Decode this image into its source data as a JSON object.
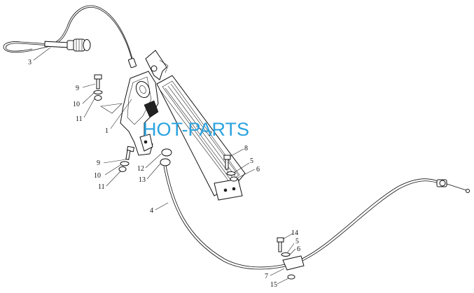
{
  "watermark": "HOT-PARTS",
  "watermark_color": "#2aa3e0",
  "callouts": [
    {
      "id": "c3a",
      "label": "3"
    },
    {
      "id": "c9a",
      "label": "9"
    },
    {
      "id": "c10a",
      "label": "10"
    },
    {
      "id": "c11a",
      "label": "11"
    },
    {
      "id": "c1",
      "label": "1"
    },
    {
      "id": "c2",
      "label": "2"
    },
    {
      "id": "c8",
      "label": "8"
    },
    {
      "id": "c5a",
      "label": "5"
    },
    {
      "id": "c6a",
      "label": "6"
    },
    {
      "id": "c9b",
      "label": "9"
    },
    {
      "id": "c10b",
      "label": "10"
    },
    {
      "id": "c11b",
      "label": "11"
    },
    {
      "id": "c12",
      "label": "12"
    },
    {
      "id": "c13",
      "label": "13"
    },
    {
      "id": "c4",
      "label": "4"
    },
    {
      "id": "c14",
      "label": "14"
    },
    {
      "id": "c5b",
      "label": "5"
    },
    {
      "id": "c6b",
      "label": "6"
    },
    {
      "id": "c7",
      "label": "7"
    },
    {
      "id": "c15",
      "label": "15"
    }
  ]
}
